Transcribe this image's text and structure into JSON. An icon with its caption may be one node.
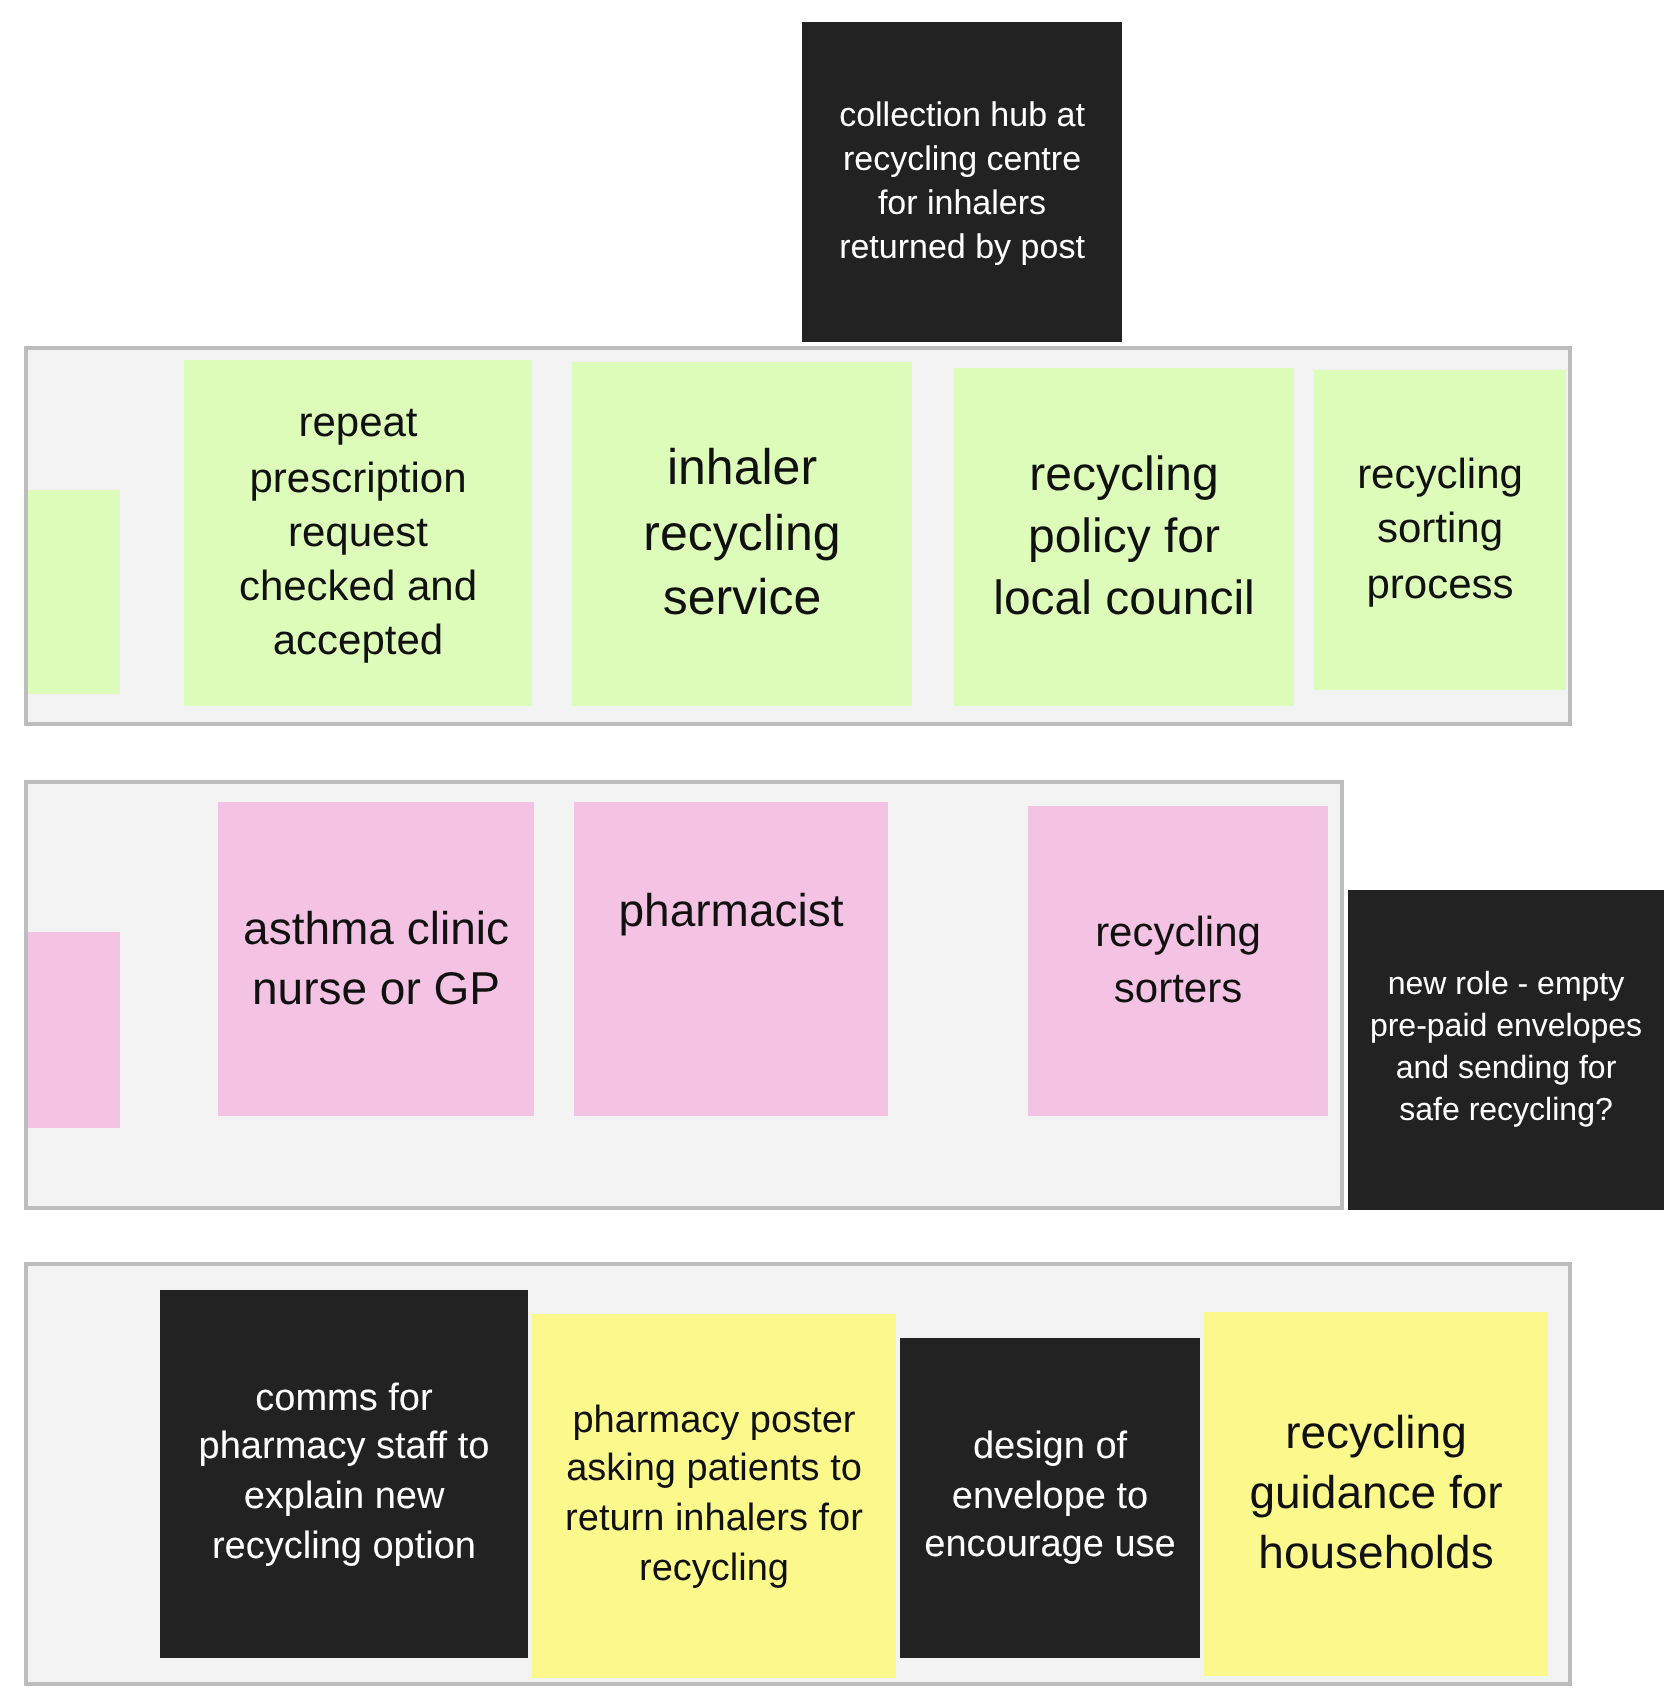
{
  "diagram": {
    "nodes": [
      {
        "text": [],
        "shape": "band"
      },
      {
        "text": [],
        "shape": "box",
        "in": 0
      },
      {
        "text": [
          "repeat prescription request checked and accepted"
        ],
        "in": 0
      },
      {
        "text": [
          "inhaler recycling service"
        ],
        "in": 0
      },
      {
        "text": [
          "recycling policy for local council"
        ],
        "in": 0
      },
      {
        "text": [
          "recycling sorting process"
        ],
        "in": 0
      },
      {
        "text": [
          "collection hub at recycling centre for inhalers returned by post"
        ]
      },
      {
        "text": [],
        "shape": "band"
      },
      {
        "text": [],
        "shape": "box",
        "in": 7
      },
      {
        "text": [
          "asthma clinic nurse or GP"
        ],
        "in": 7
      },
      {
        "text": [
          "pharmacist"
        ],
        "in": 7
      },
      {
        "text": [
          "recycling sorters"
        ],
        "in": 7
      },
      {
        "text": [
          "new role - empty pre-paid envelopes and sending for safe recycling?"
        ]
      },
      {
        "text": [],
        "shape": "band"
      },
      {
        "text": [
          "comms for pharmacy staff to explain new recycling option"
        ],
        "in": 13
      },
      {
        "text": [
          "pharmacy poster asking patients to return inhalers for recycling"
        ],
        "in": 13
      },
      {
        "text": [
          "design of envelope to encourage use"
        ],
        "in": 13
      },
      {
        "text": [
          "recycling guidance for households"
        ],
        "in": 13
      }
    ]
  }
}
